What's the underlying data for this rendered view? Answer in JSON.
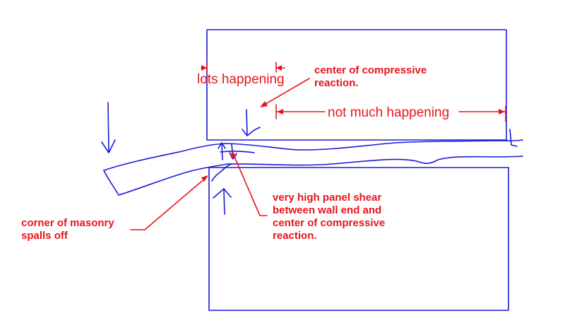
{
  "labels": {
    "lots_happening": "lots happening",
    "center_reaction_top_1": "center of compressive",
    "center_reaction_top_2": "reaction.",
    "not_much_happening": "not much happening",
    "corner_1": "corner of masonry",
    "corner_2": "spalls off",
    "shear_1": "very high panel shear",
    "shear_2": "between wall end and",
    "shear_3": "center of compressive",
    "shear_4": "reaction."
  },
  "colors": {
    "sketch": "#1a1adb",
    "annotation": "#e8141b",
    "background": "#ffffff"
  }
}
